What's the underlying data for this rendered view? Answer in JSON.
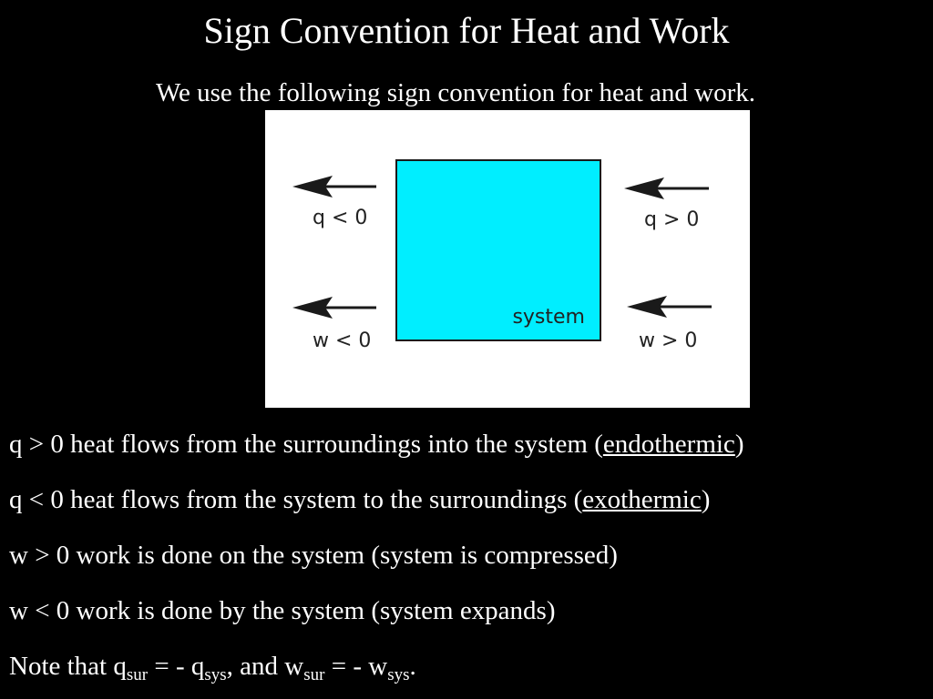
{
  "slide": {
    "title": "Sign Convention for Heat and Work",
    "subtitle": "We use the following sign convention for heat and work."
  },
  "diagram": {
    "box_label": "system",
    "box_color": "#00eeff",
    "labels": {
      "heat_out": "q < 0",
      "heat_in": "q > 0",
      "work_out": "w < 0",
      "work_in": "w > 0"
    }
  },
  "statements": {
    "heat_positive": {
      "lead": "q > 0 heat flows from the surroundings into the system (",
      "term": "endothermic",
      "tail": ")"
    },
    "heat_negative": {
      "lead": "q < 0 heat flows from the system to the surroundings (",
      "term": "exothermic",
      "tail": ")"
    },
    "work_positive": "w > 0 work is done on the system (system is compressed)",
    "work_negative": "w < 0 work is done by the system (system expands)",
    "note": {
      "prefix": "Note that q",
      "sub1": "sur",
      "mid1": " = - q",
      "sub2": "sys",
      "mid2": ", and w",
      "sub3": "sur",
      "mid3": " = - w",
      "sub4": "sys",
      "end": "."
    }
  }
}
